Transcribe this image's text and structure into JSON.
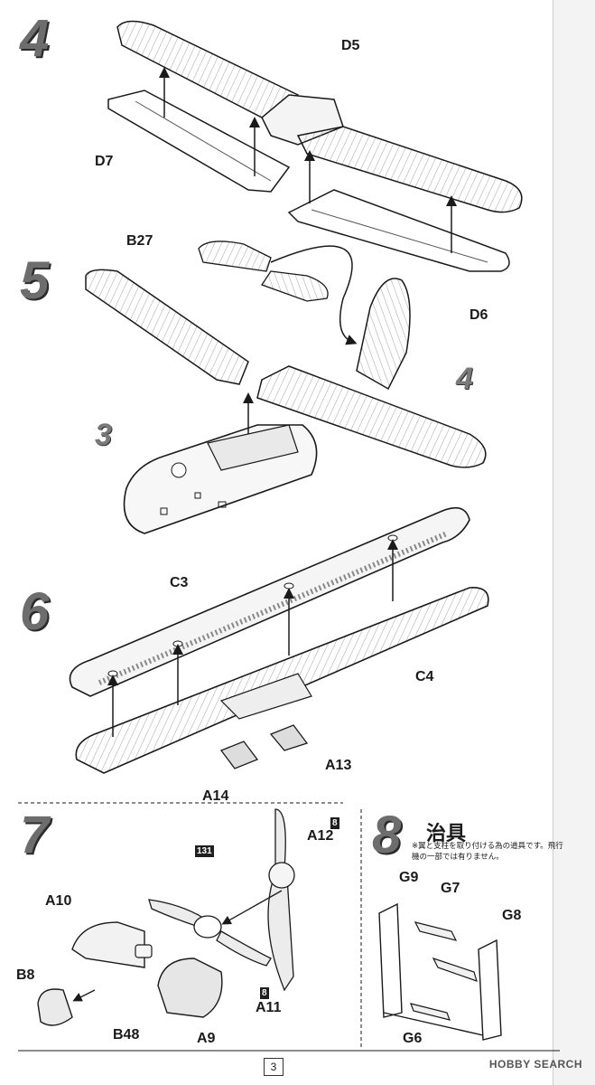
{
  "steps": [
    {
      "number": "4",
      "labels": [
        "D5",
        "D7",
        "D6"
      ]
    },
    {
      "number": "5",
      "labels": [
        "B27"
      ],
      "refs": [
        "3",
        "4"
      ]
    },
    {
      "number": "6",
      "labels": [
        "C3",
        "C4",
        "A13",
        "A14"
      ]
    },
    {
      "number": "7",
      "labels": [
        "A12",
        "A10",
        "B8",
        "B48",
        "A9",
        "A11"
      ],
      "badges": [
        "8",
        "131",
        "8"
      ]
    },
    {
      "number": "8",
      "title": "治具",
      "note": "※翼と支柱を取り付ける為の道具です。飛行機の一部では有りません。",
      "labels": [
        "G9",
        "G7",
        "G8",
        "G6"
      ]
    }
  ],
  "page_number": "3",
  "watermark": "HOBBY SEARCH"
}
